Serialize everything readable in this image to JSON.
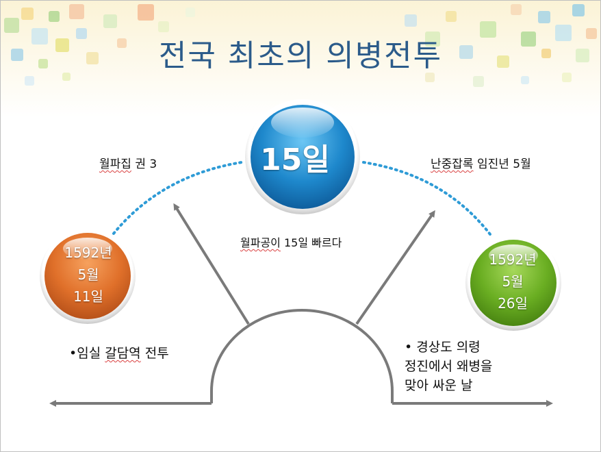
{
  "slide": {
    "title": "전국 최초의 의병전투",
    "center_circle": {
      "label": "15일",
      "color": "#1e88cc"
    },
    "left_circle": {
      "lines": [
        "1592년",
        "5월",
        "11일"
      ],
      "color": "#e0702a"
    },
    "right_circle": {
      "lines": [
        "1592년",
        "5월",
        "26일"
      ],
      "color": "#6aae22"
    },
    "source_left": {
      "word": "월파집",
      "rest": " 권 3"
    },
    "source_right": {
      "word": "난중잡록",
      "rest": " 임진년 5월"
    },
    "center_note": {
      "word": "월파공이",
      "rest": " 15일 빠르다"
    },
    "event_left": {
      "bullet": "•",
      "prefix": "임실 ",
      "word": "갈담역",
      "rest": " 전투"
    },
    "event_right": {
      "lines": [
        "• 경상도 의령",
        "정진에서 왜병을",
        "맞아 싸운 날"
      ]
    },
    "colors": {
      "title": "#2b5b8a",
      "dotted_arc": "#2e9bd6",
      "arrow": "#7a7a7a"
    }
  }
}
